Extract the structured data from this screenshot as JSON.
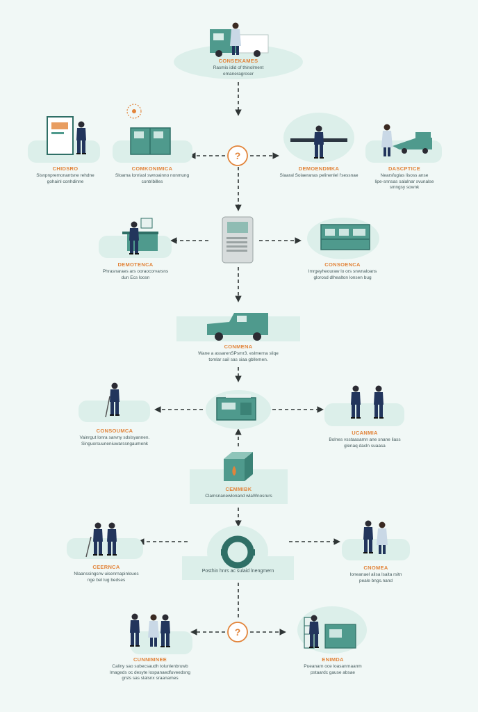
{
  "nodes": [
    {
      "id": "n1",
      "title": "CONSEKAMES",
      "desc": [
        "Rasmis idid of thinolment",
        "emaneragroser"
      ]
    },
    {
      "id": "n2",
      "title": "CHIDSRO",
      "desc": [
        "Sisnpnpremonantsne rehdne",
        "gohainl conhdinne"
      ]
    },
    {
      "id": "n3",
      "title": "COMKONIMICA",
      "desc": [
        "Sloama lonriasl swnoainno nonmung",
        "contribilles"
      ]
    },
    {
      "id": "n4",
      "title": "DEMOENDMKA",
      "desc": [
        "Slaaral Solaeranas pelinenlel l'sessnae"
      ]
    },
    {
      "id": "n5",
      "title": "DASCPTICE",
      "desc": [
        "Nearsfuglas lisoss anse",
        "lipe-snnsas salalnar svunalse",
        "smngsy sownk"
      ]
    },
    {
      "id": "n6",
      "title": "DEMOTENCA",
      "desc": [
        "Phrasnaraes ars ooraocorvarsns",
        "dun Ecs loosn"
      ]
    },
    {
      "id": "n7",
      "title": "CONSOENCA",
      "desc": [
        "Imrgeyheouraw lo ors snwnaloans",
        "glorosd dlhealton lonsen bug"
      ]
    },
    {
      "id": "n8",
      "title": "CONMENA",
      "desc": [
        "Wane a assarenSPsmr3. eslmerna sliqe",
        "tomlar sail sas siaa gbllemen."
      ]
    },
    {
      "id": "n9",
      "title": "CONSOUMCA",
      "desc": [
        "Vainrgut lonra sarvny sdslsyannen.",
        "Singuorsuuneniuwarssngaumenk"
      ]
    },
    {
      "id": "n10",
      "title": "UCANMIA",
      "desc": [
        "Bolnes vsstaasamn ane snane liass",
        "glenaq dacln suaasa"
      ]
    },
    {
      "id": "n11",
      "title": "CEMMIBK",
      "desc": [
        "Clamsnanewlonand wlaWnosrurs"
      ]
    },
    {
      "id": "n12",
      "title": "CEERNCA",
      "desc": [
        "Nlaanssingsrw uisenrnapinloues",
        "nge bel lug bedses"
      ]
    },
    {
      "id": "n13",
      "title": "Posthin hnrs ac sulaid lnengmern",
      "desc": []
    },
    {
      "id": "n14",
      "title": "CNOMEA",
      "desc": [
        "Ioneanael alisa lsaita rsitn",
        "peale bngs.nand"
      ]
    },
    {
      "id": "n15",
      "title": "CUNNIMNEE",
      "desc": [
        "Caliny sao subecsaudh tolunlenbruwb",
        "lmageds oc desyte lospanaedfuveedsng",
        "grsls sas slalsnx sraanames"
      ]
    },
    {
      "id": "n16",
      "title": "ENIMDA",
      "desc": [
        "Pueanarn oce loasanrnaanm",
        "pstaardc gause absae"
      ]
    }
  ],
  "decision_symbols": [
    "?",
    "?"
  ],
  "colors": {
    "background": "#f1f8f6",
    "teal": "#4f9a8d",
    "teal_dark": "#2f6f66",
    "navy": "#22355c",
    "pill": "#dcefea",
    "accent_orange": "#e2843a",
    "arrow": "#2f3535"
  }
}
